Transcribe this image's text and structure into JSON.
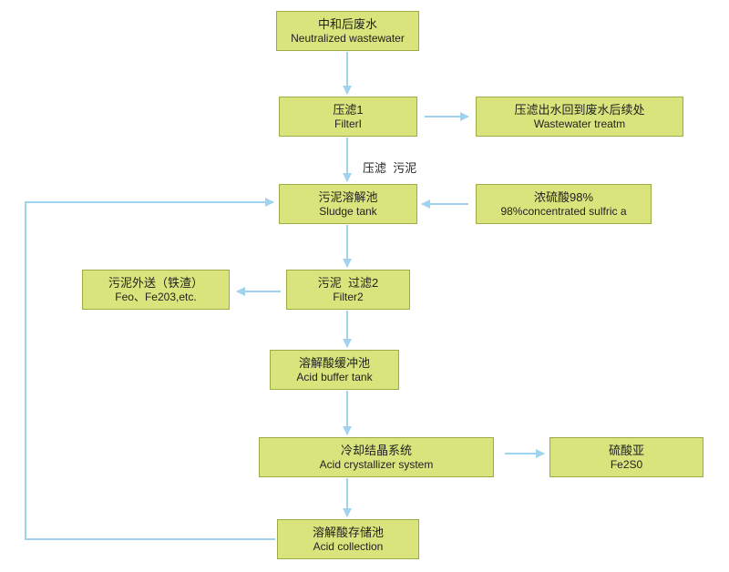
{
  "colors": {
    "box_fill": "#d9e47c",
    "box_border": "#9eab45",
    "arrow": "#9fd3ee",
    "text": "#222222"
  },
  "nodes": {
    "neutralized": {
      "zh": "中和后废水",
      "en": "Neutralized wastewater"
    },
    "filter1": {
      "zh": "压滤1",
      "en": "FilterI"
    },
    "treatment": {
      "zh": "压滤出水回到废水后续处",
      "en": "Wastewater treatm"
    },
    "sludge": {
      "zh": "污泥溶解池",
      "en": "Sludge tank"
    },
    "acid98": {
      "zh": "浓硫酸98%",
      "en": "98%concentrated sulfric a"
    },
    "outbound": {
      "zh": "污泥外送（铁渣）",
      "en": "Feo、Fe203,etc."
    },
    "filter2": {
      "zh": "污泥  过滤2",
      "en": "Filter2"
    },
    "buffer": {
      "zh": "溶解酸缓冲池",
      "en": "Acid buffer tank"
    },
    "crystal": {
      "zh": "冷却结晶系统",
      "en": "Acid crystallizer system"
    },
    "ferrous": {
      "zh": "硫酸亚",
      "en": "Fe2S0"
    },
    "collection": {
      "zh": "溶解酸存储池",
      "en": "Acid collection"
    }
  },
  "edge_labels": {
    "filter1_to_sludge": "压滤  污泥"
  }
}
